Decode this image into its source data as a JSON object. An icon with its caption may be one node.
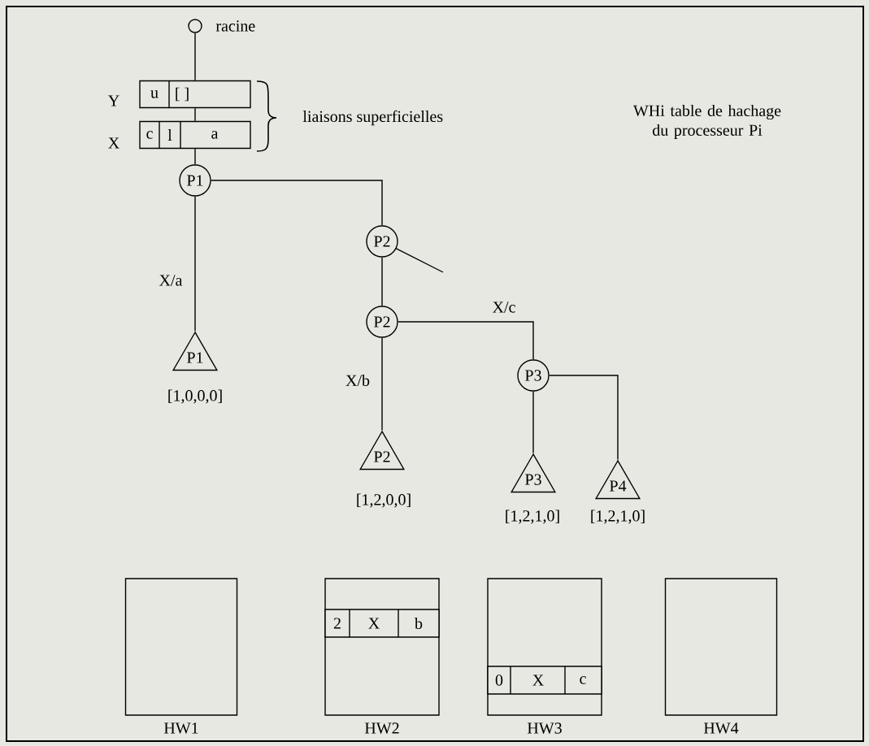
{
  "diagram": {
    "nodes": [
      {
        "text": [],
        "shape": "circle",
        "beside": [
          "racine"
        ]
      },
      {
        "text": [
          "u",
          "[ ]"
        ],
        "beside": [
          "Y"
        ]
      },
      {
        "text": [
          "c",
          "l",
          "a"
        ],
        "beside": [
          "X"
        ]
      },
      {
        "text": [
          "P1"
        ]
      },
      {
        "text": [
          "P2"
        ]
      },
      {
        "text": [
          "P2"
        ]
      },
      {
        "text": [
          "P1"
        ],
        "beside": [
          "[1,0,0,0]"
        ]
      },
      {
        "text": [
          "P2"
        ],
        "beside": [
          "[1,2,0,0]"
        ]
      },
      {
        "text": [
          "P3"
        ]
      },
      {
        "text": [
          "P3"
        ],
        "beside": [
          "[1,2,1,0]"
        ]
      },
      {
        "text": [
          "P4"
        ],
        "beside": [
          "[1,2,1,0]"
        ]
      },
      {
        "text": [
          "HW1"
        ]
      },
      {
        "text": [
          "HW2"
        ]
      },
      {
        "text": [
          "2",
          "X",
          "b"
        ],
        "in": 12
      },
      {
        "text": [
          "HW3"
        ]
      },
      {
        "text": [
          "0",
          "X",
          "c"
        ],
        "in": 14
      },
      {
        "text": [
          "HW4"
        ]
      }
    ],
    "edges": [
      {
        "from": 0,
        "to": 1,
        "arrow": "none"
      },
      {
        "from": 1,
        "to": 2,
        "arrow": "none"
      },
      {
        "from": 2,
        "to": 3,
        "arrow": "none"
      },
      {
        "from": 3,
        "to": 6,
        "arrow": "none",
        "label": "X/a"
      },
      {
        "from": 3,
        "to": 4,
        "arrow": "none"
      },
      {
        "from": 4,
        "to": null,
        "arrow": "none"
      },
      {
        "from": 4,
        "to": 5,
        "arrow": "none"
      },
      {
        "from": 5,
        "to": 7,
        "arrow": "none",
        "label": "X/b"
      },
      {
        "from": 5,
        "to": 8,
        "arrow": "none",
        "label": "X/c"
      },
      {
        "from": 8,
        "to": 9,
        "arrow": "none"
      },
      {
        "from": 8,
        "to": 10,
        "arrow": "none"
      }
    ],
    "labels": [
      "liaisons superficielles",
      "WHi table de hachage du processeur Pi"
    ]
  }
}
